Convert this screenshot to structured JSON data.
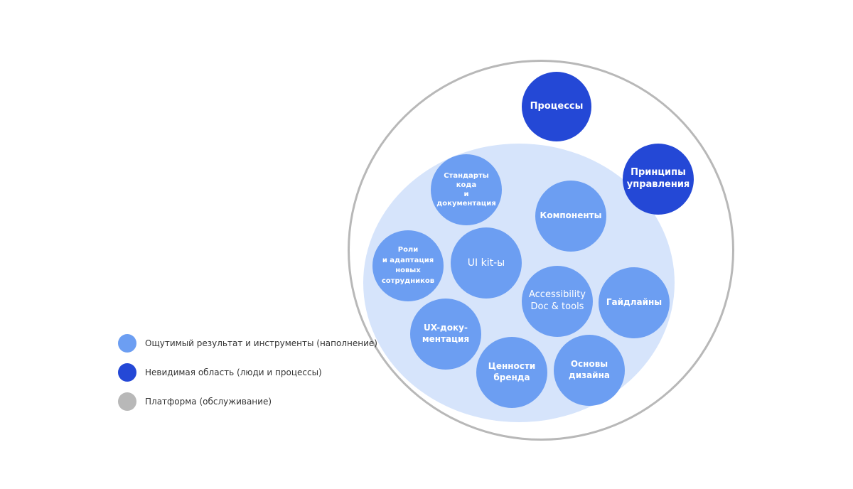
{
  "colors": {
    "light": "#6c9ef2",
    "dark": "#2448d6",
    "gray": "#b8b8b8",
    "ellipse": "#d6e4fb"
  },
  "bubbles": {
    "processes": "Процессы",
    "principles": "Принципы\nуправления",
    "code_standards": "Стандарты кода\nи документация",
    "components": "Компоненты",
    "roles": "Роли\nи адаптация\nновых\nсотрудников",
    "uikit": "UI kit-ы",
    "accessibility": "Accessibility\nDoc & tools",
    "guidelines": "Гайдлайны",
    "ux_docs": "UX-доку-\nментация",
    "brand_values": "Ценности\nбренда",
    "design_basics": "Основы\nдизайна"
  },
  "legend": {
    "tangible": "Ощутимый результат и инструменты (наполнение)",
    "invisible": "Невидимая область (люди и процессы)",
    "platform": "Платформа (обслуживание)"
  }
}
